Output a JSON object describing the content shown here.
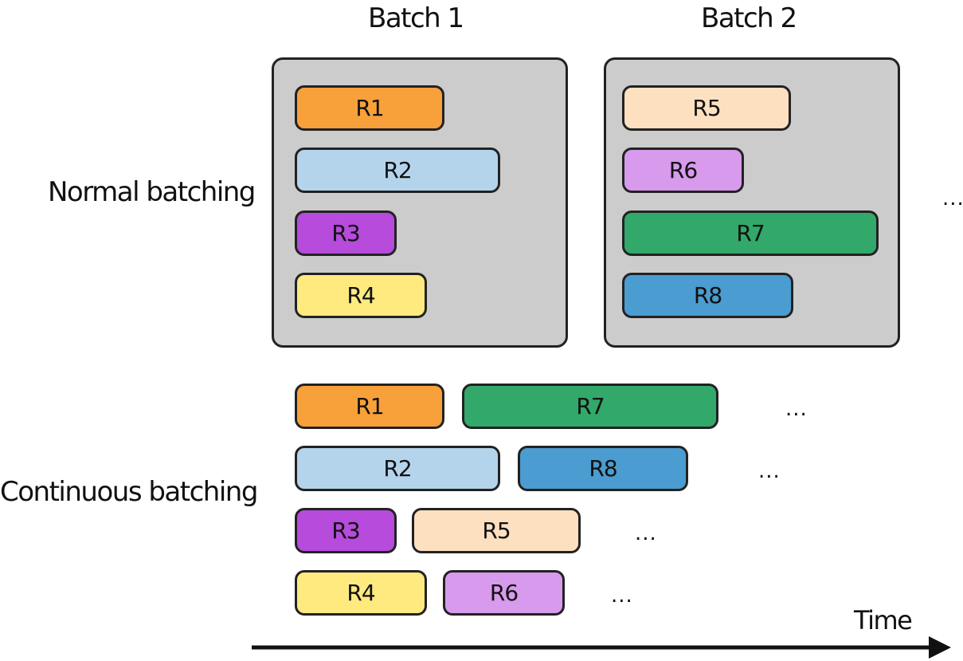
{
  "batch_titles": {
    "batch1": "Batch 1",
    "batch2": "Batch 2"
  },
  "row_labels": {
    "normal": "Normal batching",
    "continuous": "Continuous batching"
  },
  "time_label": "Time",
  "ellipsis": "...",
  "colors": {
    "R1": "#f8a03a",
    "R2": "#b4d4ec",
    "R3": "#b64bdc",
    "R4": "#ffea80",
    "R5": "#fde0c0",
    "R6": "#d89aec",
    "R7": "#32a86a",
    "R8": "#4b9cd0",
    "batch_bg": "#cccccc",
    "outline": "#222222"
  },
  "normal": {
    "batch1": [
      "R1",
      "R2",
      "R3",
      "R4"
    ],
    "batch2": [
      "R5",
      "R6",
      "R7",
      "R8"
    ]
  },
  "continuous": {
    "lanes": [
      [
        "R1",
        "R7"
      ],
      [
        "R2",
        "R8"
      ],
      [
        "R3",
        "R5"
      ],
      [
        "R4",
        "R6"
      ]
    ]
  }
}
